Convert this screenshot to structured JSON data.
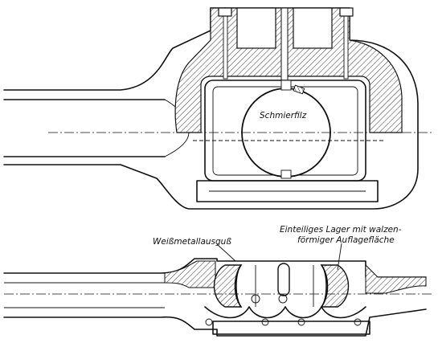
{
  "labels": {
    "schmierfilz": "Schmierfilz",
    "lager_line1": "Einteiliges Lager mit walzen-",
    "lager_line2": "förmiger Auflagefläche",
    "weissmetall": "Weißmetallausguß"
  }
}
